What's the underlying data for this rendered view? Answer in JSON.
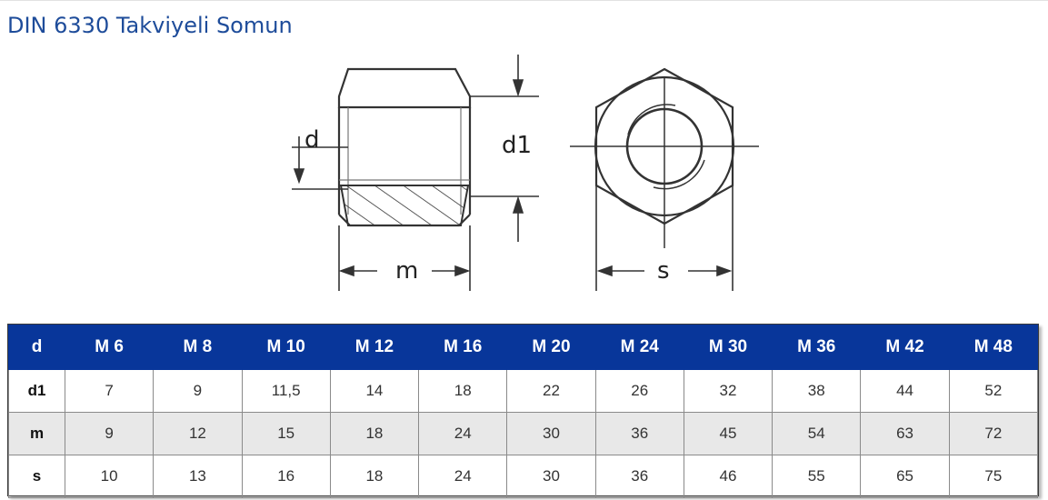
{
  "page": {
    "title": "DIN 6330 Takviyeli Somun"
  },
  "figure": {
    "labels": {
      "d": "d",
      "d1": "d1",
      "m": "m",
      "s": "s"
    }
  },
  "table": {
    "header": [
      "d",
      "M 6",
      "M 8",
      "M 10",
      "M 12",
      "M 16",
      "M 20",
      "M 24",
      "M 30",
      "M 36",
      "M 42",
      "M 48"
    ],
    "rows": [
      [
        "d1",
        "7",
        "9",
        "11,5",
        "14",
        "18",
        "22",
        "26",
        "32",
        "38",
        "44",
        "52"
      ],
      [
        "m",
        "9",
        "12",
        "15",
        "18",
        "24",
        "30",
        "36",
        "45",
        "54",
        "63",
        "72"
      ],
      [
        "s",
        "10",
        "13",
        "16",
        "18",
        "24",
        "30",
        "36",
        "46",
        "55",
        "65",
        "75"
      ]
    ]
  },
  "colors": {
    "title": "#1e4c9a",
    "header_bg": "#08369a",
    "alt_row_bg": "#e8e8e8"
  }
}
